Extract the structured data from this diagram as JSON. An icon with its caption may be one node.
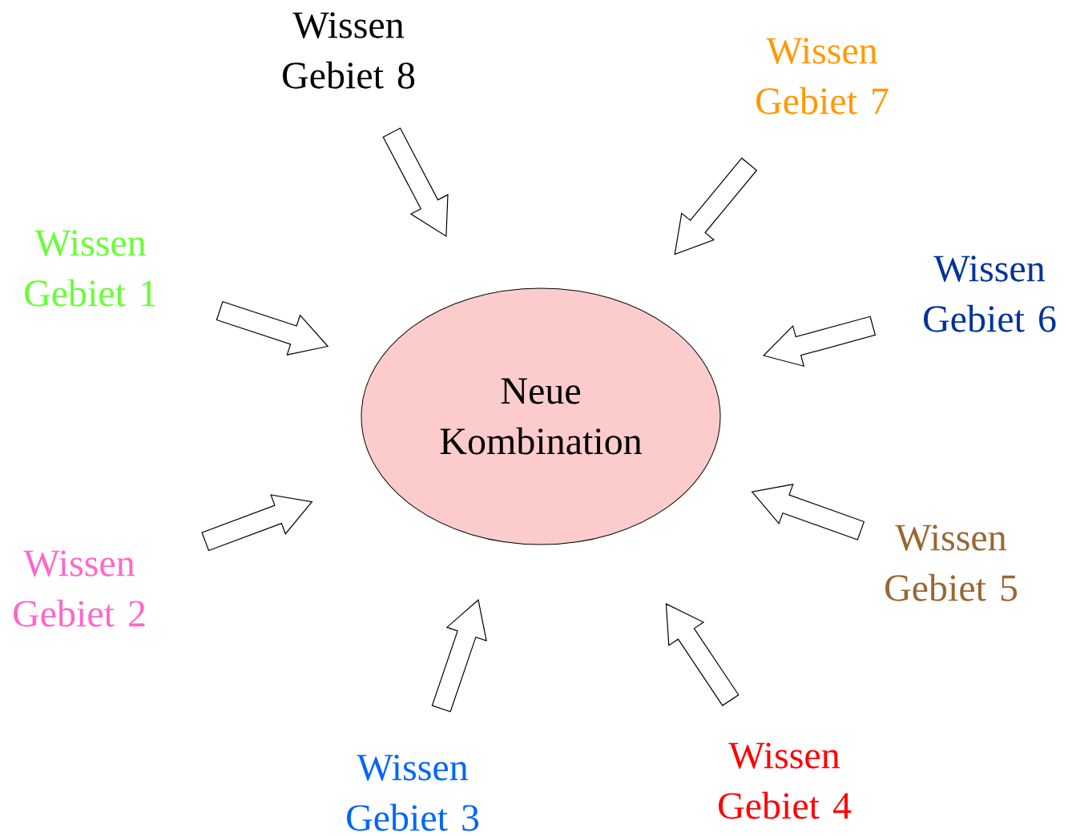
{
  "diagram": {
    "nodes": [
      {
        "text": [
          "Neue Kombination"
        ]
      },
      {
        "text": [
          "Wissen Gebiet 1"
        ]
      },
      {
        "text": [
          "Wissen Gebiet 2"
        ]
      },
      {
        "text": [
          "Wissen Gebiet 3"
        ]
      },
      {
        "text": [
          "Wissen Gebiet 4"
        ]
      },
      {
        "text": [
          "Wissen Gebiet 5"
        ]
      },
      {
        "text": [
          "Wissen Gebiet 6"
        ]
      },
      {
        "text": [
          "Wissen Gebiet 7"
        ]
      },
      {
        "text": [
          "Wissen Gebiet 8"
        ]
      }
    ],
    "edges": [
      {
        "from": 1,
        "to": 0,
        "arrow": "to"
      },
      {
        "from": 2,
        "to": 0,
        "arrow": "to"
      },
      {
        "from": 3,
        "to": 0,
        "arrow": "to"
      },
      {
        "from": 4,
        "to": 0,
        "arrow": "to"
      },
      {
        "from": 5,
        "to": 0,
        "arrow": "to"
      },
      {
        "from": 6,
        "to": 0,
        "arrow": "to"
      },
      {
        "from": 7,
        "to": 0,
        "arrow": "to"
      },
      {
        "from": 8,
        "to": 0,
        "arrow": "to"
      }
    ]
  }
}
